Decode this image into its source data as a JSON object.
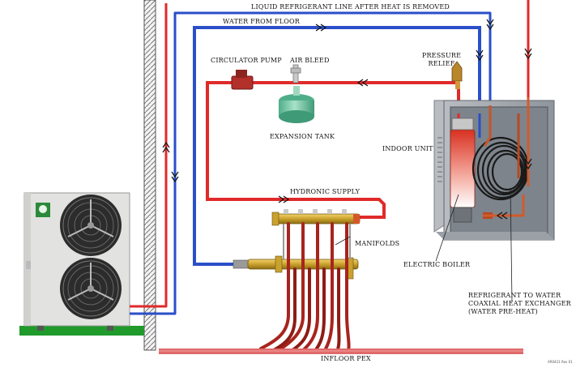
{
  "labels": {
    "liquid_line": "LIQUID REFRIGERANT LINE AFTER HEAT IS REMOVED",
    "water_from_floor": "WATER FROM FLOOR",
    "circulator_pump": "CIRCULATOR PUMP",
    "air_bleed": "AIR BLEED",
    "pressure_relief_1": "PRESSURE",
    "pressure_relief_2": "RELIEF",
    "expansion_tank": "EXPANSION TANK",
    "indoor_unit": "INDOOR UNIT",
    "hydronic_supply": "HYDRONIC SUPPLY",
    "manifolds": "MANIFOLDS",
    "electric_boiler": "ELECTRIC BOILER",
    "hx_line1": "REFRIGERANT TO WATER",
    "hx_line2": "COAXIAL HEAT EXCHANGER",
    "hx_line3": "(WATER PRE-HEAT)",
    "infloor_pex": "INFLOOR PEX",
    "drawing_code": "AR0421 Rev 01"
  },
  "colors": {
    "supply_line": "#e02a2a",
    "return_line": "#2a4fc8",
    "ground_pad": "#1f9a2b",
    "tank": "#6fc8a4",
    "unit_body": "#e2e2e0",
    "brand_badge": "#2b8a3a"
  },
  "icons": {
    "outdoor_unit": "heat-pump-outdoor-unit",
    "pump": "circulator-pump-icon",
    "tank": "expansion-tank-icon",
    "valve": "pressure-relief-valve-icon",
    "boiler": "electric-boiler-icon",
    "hx": "coaxial-coil-icon"
  }
}
